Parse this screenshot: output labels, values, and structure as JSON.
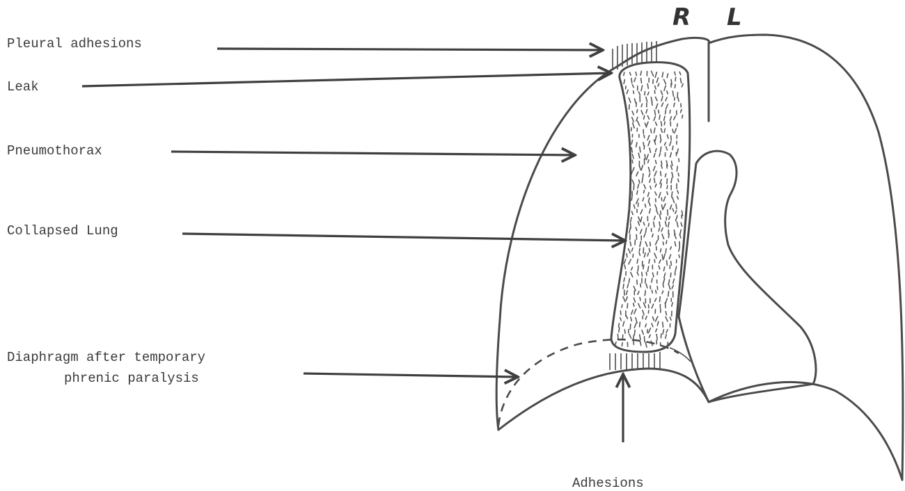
{
  "labels": {
    "pleural_adhesions": "Pleural adhesions",
    "leak": "Leak",
    "pneumothorax": "Pneumothorax",
    "collapsed_lung": "Collapsed Lung",
    "diaphragm_line1": "Diaphragm after temporary",
    "diaphragm_line2": "phrenic paralysis",
    "adhesions": "Adhesions",
    "side_right": "R",
    "side_left": "L"
  }
}
